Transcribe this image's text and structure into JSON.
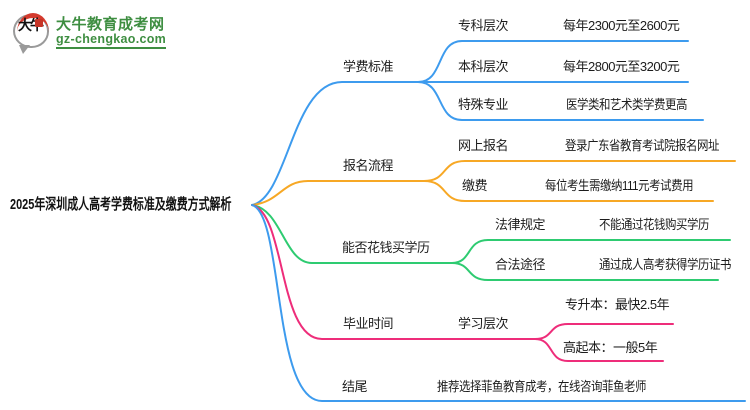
{
  "logo": {
    "bubble_text": "大牛",
    "title": "大牛教育成考网",
    "url": "gz-chengkao.com",
    "brand_green": "#3e8e41",
    "seal_red": "#c63427"
  },
  "colors": {
    "blue": "#3d9bee",
    "orange": "#f7a825",
    "green": "#2ecb71",
    "pink": "#ee2d7a",
    "text": "#1c1c1c"
  },
  "root": {
    "label": "2025年深圳成人高考学费标准及缴费方式解析"
  },
  "branches": [
    {
      "label": "学费标准",
      "color": "#3d9bee",
      "children": [
        {
          "label": "专科层次",
          "value": "每年2300元至2600元"
        },
        {
          "label": "本科层次",
          "value": "每年2800元至3200元"
        },
        {
          "label": "特殊专业",
          "value": "医学类和艺术类学费更高"
        }
      ]
    },
    {
      "label": "报名流程",
      "color": "#f7a825",
      "children": [
        {
          "label": "网上报名",
          "value": "登录广东省教育考试院报名网址"
        },
        {
          "label": "缴费",
          "value": "每位考生需缴纳111元考试费用"
        }
      ]
    },
    {
      "label": "能否花钱买学历",
      "color": "#2ecb71",
      "children": [
        {
          "label": "法律规定",
          "value": "不能通过花钱购买学历"
        },
        {
          "label": "合法途径",
          "value": "通过成人高考获得学历证书"
        }
      ]
    },
    {
      "label": "毕业时间",
      "color": "#ee2d7a",
      "sub_label": "学习层次",
      "children": [
        {
          "label": "专升本：最快2.5年"
        },
        {
          "label": "高起本：一般5年"
        }
      ]
    },
    {
      "label": "结尾",
      "color": "#3d9bee",
      "value": "推荐选择菲鱼教育成考，在线咨询菲鱼老师"
    }
  ]
}
